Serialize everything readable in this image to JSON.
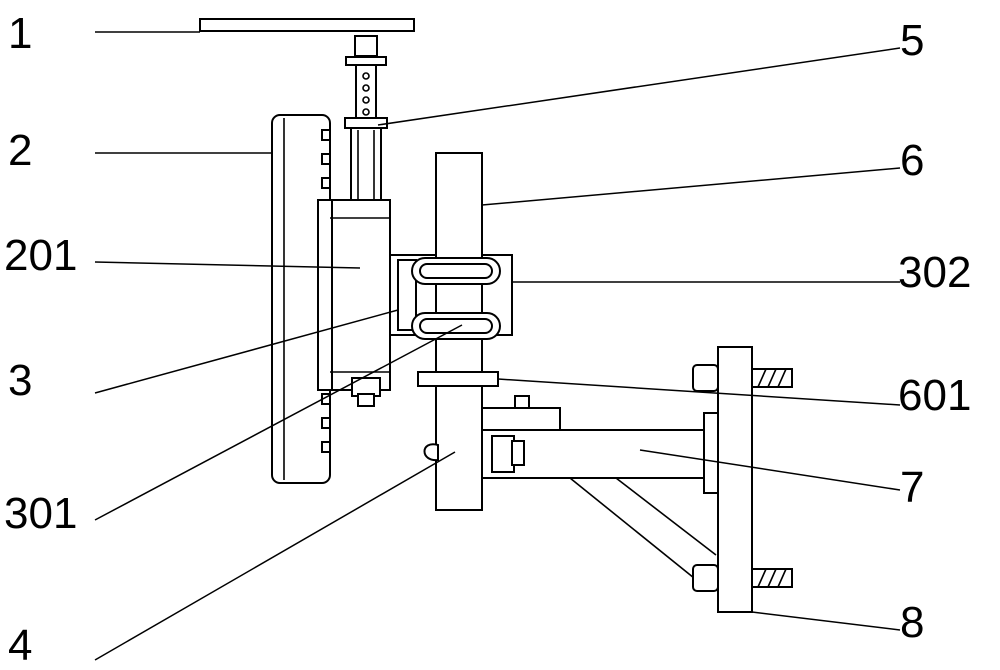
{
  "labels": {
    "l1": "1",
    "l2": "2",
    "l201": "201",
    "l3": "3",
    "l301": "301",
    "l4": "4",
    "l5": "5",
    "l6": "6",
    "l302": "302",
    "l601": "601",
    "l7": "7",
    "l8": "8"
  }
}
